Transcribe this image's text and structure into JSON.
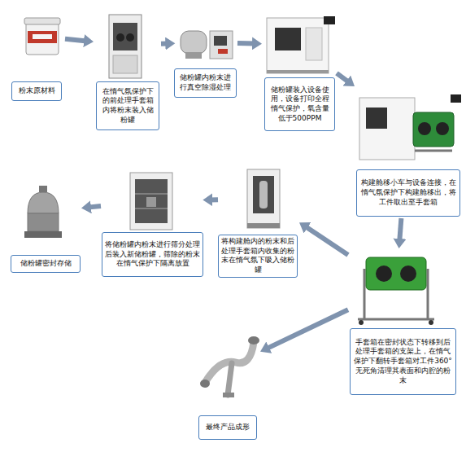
{
  "diagram": {
    "nodes": [
      {
        "text": [
          "粉末原材料"
        ]
      },
      {
        "text": [
          "在惰气氛保护下的前处理手套箱内将粉末装入储粉罐"
        ]
      },
      {
        "text": [
          "储粉罐内粉末进行真空除湿处理"
        ]
      },
      {
        "text": [
          "储粉罐装入设备使用，设备打印全程惰气保护，氧含量低于500PPM"
        ]
      },
      {
        "text": [
          "构建舱移小车与设备连接，在惰气氛保护下构建舱移出，将工件取出至手套箱"
        ]
      },
      {
        "text": [
          "手套箱在密封状态下转移到后处理手套箱的支架上，在惰气保护下翻转手套箱对工件360°无死角清理其表面和内腔的粉末"
        ]
      },
      {
        "text": [
          "将构建舱内的粉末和后处理手套箱内收集的粉末在惰气氛下吸入储粉罐"
        ]
      },
      {
        "text": [
          "将储粉罐内粉末进行筛分处理后装入新储粉罐，筛除的粉末在惰气保护下隔离放置"
        ]
      },
      {
        "text": [
          "储粉罐密封存储"
        ]
      },
      {
        "text": [
          "最终产品成形"
        ]
      }
    ],
    "edges": [
      {
        "from": 0,
        "to": 1,
        "arrow": "to"
      },
      {
        "from": 1,
        "to": 2,
        "arrow": "to"
      },
      {
        "from": 2,
        "to": 3,
        "arrow": "to"
      },
      {
        "from": 3,
        "to": 4,
        "arrow": "to"
      },
      {
        "from": 4,
        "to": 5,
        "arrow": "to"
      },
      {
        "from": 5,
        "to": 6,
        "arrow": "to"
      },
      {
        "from": 6,
        "to": 7,
        "arrow": "to"
      },
      {
        "from": 7,
        "to": 8,
        "arrow": "to"
      },
      {
        "from": 5,
        "to": 9,
        "arrow": "to"
      }
    ]
  }
}
